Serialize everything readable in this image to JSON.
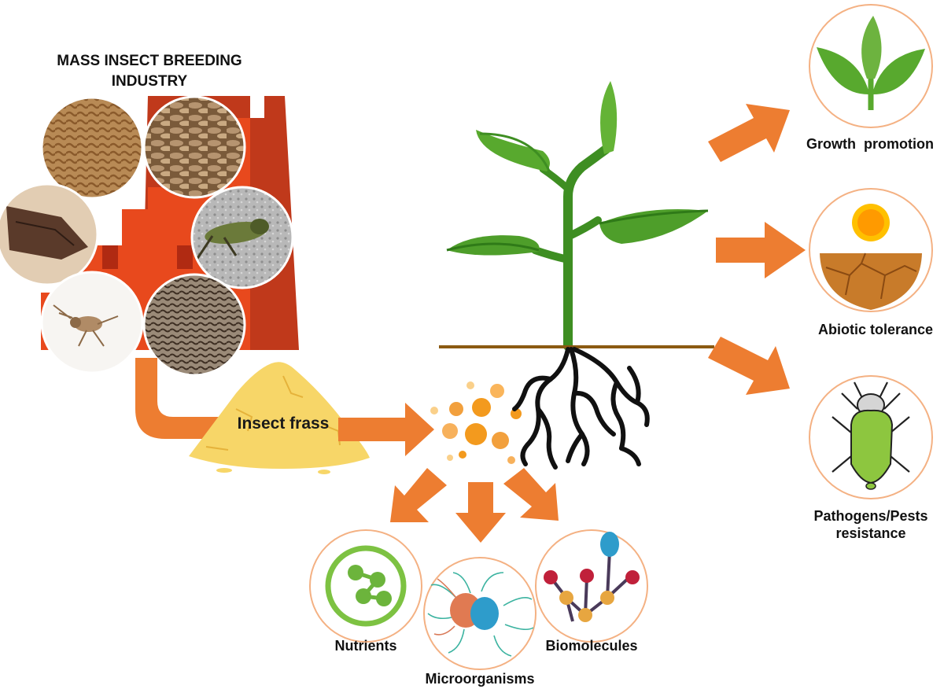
{
  "industry": {
    "title_line1": "MASS INSECT BREEDING",
    "title_line2": "INDUSTRY"
  },
  "frass_label": "Insect frass",
  "components": {
    "nutrients": "Nutrients",
    "microorganisms": "Microorganisms",
    "biomolecules": "Biomolecules"
  },
  "benefits": {
    "growth": "Growth  promotion",
    "abiotic": "Abiotic tolerance",
    "pests_line1": "Pathogens/Pests",
    "pests_line2": "resistance"
  },
  "colors": {
    "arrow": "#ED7D31",
    "factory_dark": "#C0391B",
    "factory_orange": "#E8491D",
    "leaf": "#58A92E",
    "soil_line": "#8B5A12",
    "frass": "#F7D668",
    "circle_border": "#F4B183"
  }
}
